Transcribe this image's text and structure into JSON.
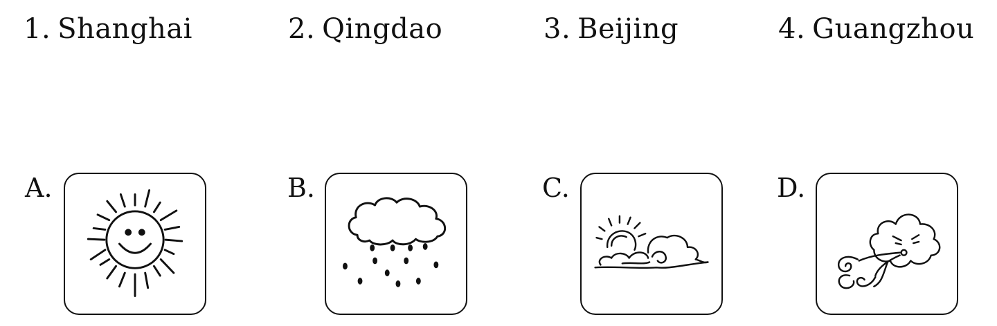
{
  "cities": [
    {
      "number": "1.",
      "name": "Shanghai"
    },
    {
      "number": "2.",
      "name": "Qingdao"
    },
    {
      "number": "3.",
      "name": "Beijing"
    },
    {
      "number": "4.",
      "name": "Guangzhou"
    }
  ],
  "options": [
    {
      "letter": "A.",
      "icon": "sun-icon"
    },
    {
      "letter": "B.",
      "icon": "rain-cloud-icon"
    },
    {
      "letter": "C.",
      "icon": "partly-cloudy-icon"
    },
    {
      "letter": "D.",
      "icon": "windy-cloud-icon"
    }
  ]
}
